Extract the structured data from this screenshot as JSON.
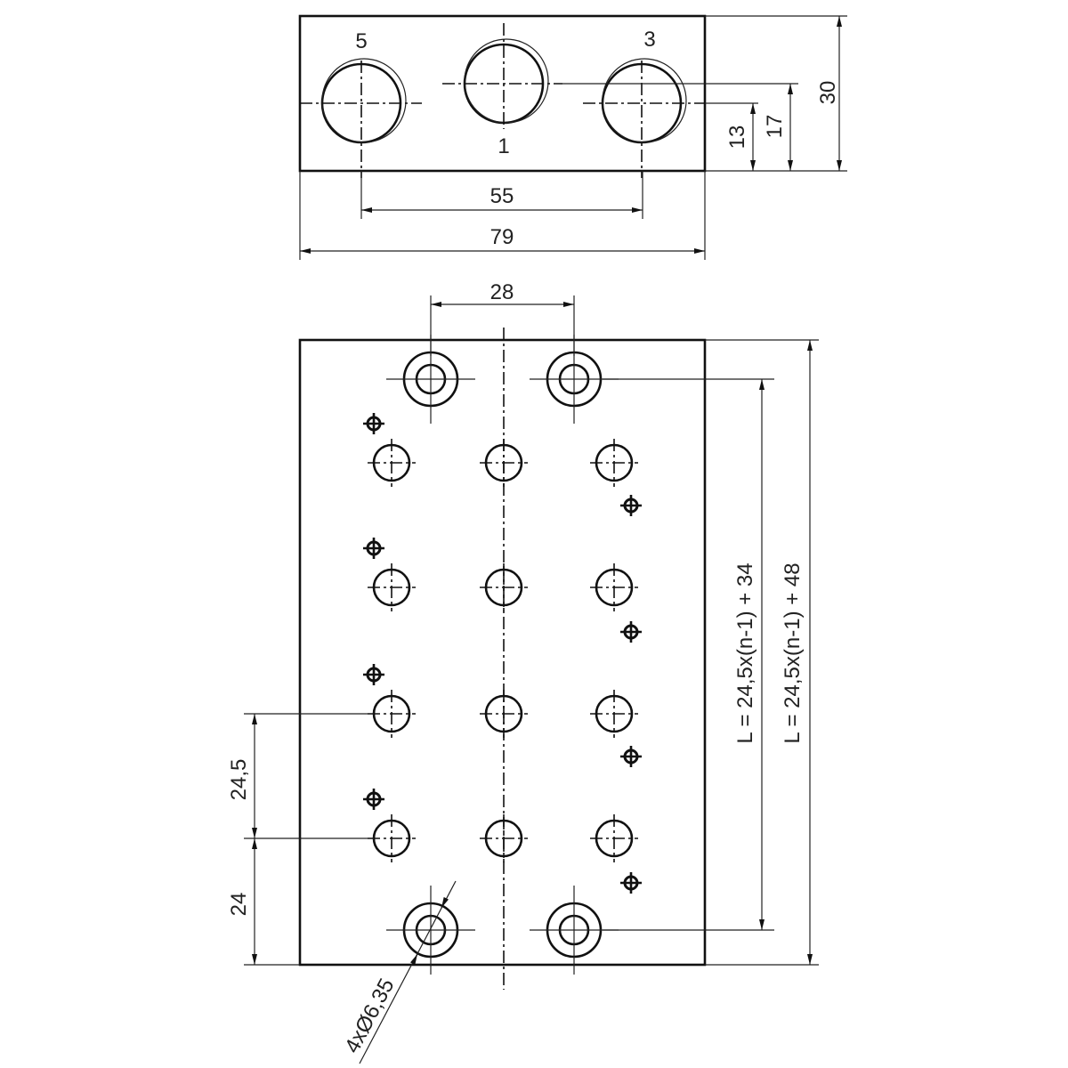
{
  "top_view": {
    "port_labels": [
      "5",
      "1",
      "3"
    ],
    "dim_55": "55",
    "dim_79": "79",
    "dim_13": "13",
    "dim_17": "17",
    "dim_30": "30"
  },
  "plan_view": {
    "dim_28": "28",
    "dim_24_5": "24,5",
    "dim_24": "24",
    "hole_callout": "4xØ6,35",
    "length_formula_inner": "L = 24,5x(n-1) + 34",
    "length_formula_outer": "L = 24,5x(n-1) + 48"
  }
}
